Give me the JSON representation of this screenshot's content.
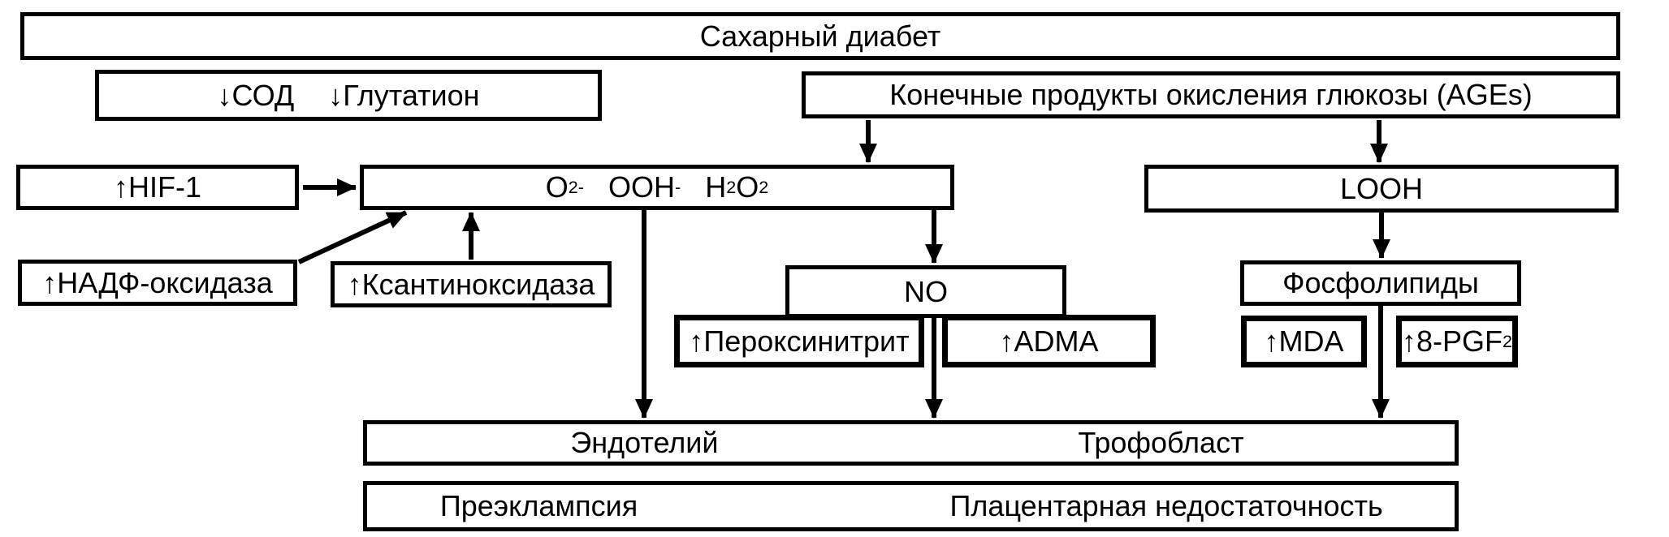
{
  "diagram_title": "Сахарный диабет",
  "colors": {
    "line": "#000000",
    "background": "#ffffff",
    "box_fill": "#ffffff",
    "text": "#000000"
  },
  "boxes": {
    "diabetes": {
      "label": "Сахарный диабет"
    },
    "sod_glutathione": {
      "sod": "↓СОД",
      "glutathione": "↓Глутатион"
    },
    "ages": {
      "label": "Конечные продукты окисления глюкозы (AGEs)"
    },
    "hif1": {
      "label": "↑HIF-1"
    },
    "ros": {
      "o": "O",
      "o_sup": "2-",
      "ooh": "OOH",
      "ooh_sup": "-",
      "h": "H",
      "h_sub": "2",
      "o2": "O",
      "o2_sub": "2"
    },
    "looh": {
      "label": "LOOH"
    },
    "nadph_oxidase": {
      "label": "↑НАДФ-оксидаза"
    },
    "xanthine_oxidase": {
      "label": "↑Ксантиноксидаза"
    },
    "no": {
      "label": "NO"
    },
    "phospholipids": {
      "label": "Фосфолипиды"
    },
    "peroxynitrite": {
      "label": "↑Пероксинитрит"
    },
    "adma": {
      "label": "↑ADMA"
    },
    "mda": {
      "label": "↑MDA"
    },
    "pgf": {
      "label": "↑8-PGF",
      "sub": "2"
    },
    "endothelium_trophoblast": {
      "endothelium": "Эндотелий",
      "trophoblast": "Трофобласт"
    },
    "outcomes": {
      "preeclampsia": "Преэклампсия",
      "placental_insufficiency": "Плацентарная недостаточность"
    }
  },
  "edges": [
    {
      "from": "ages",
      "to": "ros"
    },
    {
      "from": "ages",
      "to": "looh"
    },
    {
      "from": "hif1",
      "to": "ros"
    },
    {
      "from": "nadph_oxidase",
      "to": "ros"
    },
    {
      "from": "xanthine_oxidase",
      "to": "ros"
    },
    {
      "from": "ros",
      "to": "no"
    },
    {
      "from": "ros",
      "to": "endothelium_trophoblast"
    },
    {
      "from": "no",
      "to": "endothelium_trophoblast"
    },
    {
      "from": "looh",
      "to": "phospholipids"
    },
    {
      "from": "phospholipids",
      "to": "endothelium_trophoblast"
    }
  ]
}
